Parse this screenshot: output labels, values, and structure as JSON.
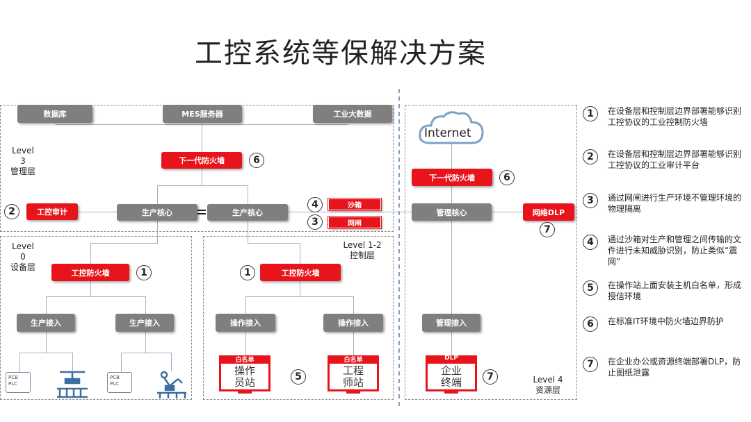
{
  "title": "工控系统等保解决方案",
  "levels": {
    "l3_en": "Level",
    "l3_num": "3",
    "l3_cn": "管理层",
    "l0_en": "Level",
    "l0_num": "0",
    "l0_cn": "设备层",
    "l12_en": "Level 1-2",
    "l12_cn": "控制层",
    "l4_en": "Level 4",
    "l4_cn": "资源层"
  },
  "nodes": {
    "db": "数据库",
    "mes": "MES服务器",
    "bigdata": "工业大数据",
    "ngfw_top": "下一代防火墙",
    "ics_audit": "工控审计",
    "core1": "生产核心",
    "core2": "生产核心",
    "sandbox": "沙箱",
    "gap": "网闸",
    "internet": "Internet",
    "ngfw_right": "下一代防火墙",
    "mgmt_core": "管理核心",
    "net_dlp": "网络DLP",
    "fw_left": "工控防火墙",
    "fw_mid": "工控防火墙",
    "access1": "生产接入",
    "access2": "生产接入",
    "op_access1": "操作接入",
    "op_access2": "操作接入",
    "mgmt_access": "管理接入",
    "plc1_a": "PCB",
    "plc1_b": "PLC",
    "plc2_a": "PCB",
    "plc2_b": "PLC",
    "op_station_hdr": "白名单",
    "op_station_l1": "操作",
    "op_station_l2": "员站",
    "eng_station_hdr": "白名单",
    "eng_station_l1": "工程",
    "eng_station_l2": "师站",
    "dlp_hdr": "DLP",
    "dlp_l1": "企业",
    "dlp_l2": "终端"
  },
  "markers": {
    "m6a": "6",
    "m2": "2",
    "m4": "4",
    "m3": "3",
    "m1a": "1",
    "m1b": "1",
    "m5": "5",
    "m6b": "6",
    "m7a": "7",
    "m7b": "7"
  },
  "legend": [
    {
      "num": "1",
      "text": "在设备层和控制层边界部署能够识别工控协议的工业控制防火墙"
    },
    {
      "num": "2",
      "text": "在设备层和控制层边界部署能够识别工控协议的工业审计平台"
    },
    {
      "num": "3",
      "text": "通过网闸进行生产环境不管理环境的物理隔离"
    },
    {
      "num": "4",
      "text": "通过沙箱对生产和管理之间传输的文件进行未知威胁识别，防止类似“震网”"
    },
    {
      "num": "5",
      "text": "在操作站上面安装主机白名单，形成授信环境"
    },
    {
      "num": "6",
      "text": "在标准IT环境中防火墙边界防护"
    },
    {
      "num": "7",
      "text": "在企业办公或资源终端部署DLP，防止图纸泄露"
    }
  ],
  "colors": {
    "red": "#e8141b",
    "gray": "#7f7f7f",
    "line": "#9db3c7"
  }
}
